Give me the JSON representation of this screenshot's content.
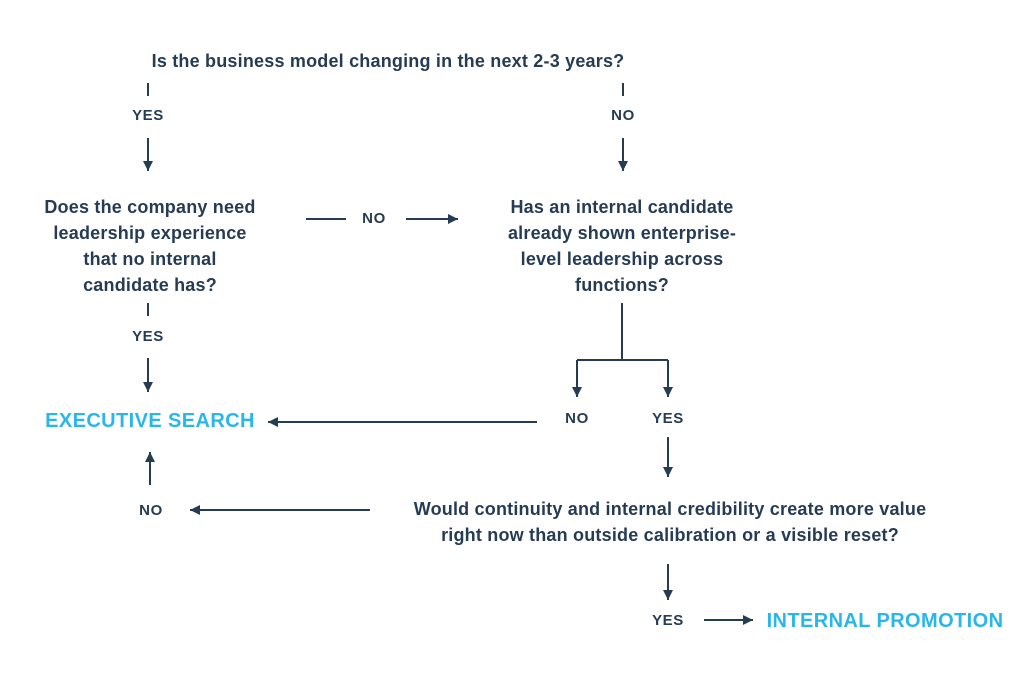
{
  "colors": {
    "ink": "#263c54",
    "accent": "#29b7ea",
    "background": "#ffffff"
  },
  "flowchart": {
    "q1": {
      "lines": [
        "Is the business model changing in the next 2-3 years?"
      ]
    },
    "q1_yes_label": "YES",
    "q1_no_label": "NO",
    "q2": {
      "lines": [
        "Does the company need",
        "leadership experience",
        "that no internal",
        "candidate has?"
      ]
    },
    "q2_no_label": "NO",
    "q2_yes_label": "YES",
    "q3": {
      "lines": [
        "Has an internal candidate",
        "already shown enterprise-",
        "level leadership across",
        "functions?"
      ]
    },
    "q3_no_label": "NO",
    "q3_yes_label": "YES",
    "q4": {
      "lines": [
        "Would continuity and internal credibility create more value",
        "right now than outside calibration or a visible reset?"
      ]
    },
    "q4_no_label": "NO",
    "q4_yes_label": "YES",
    "outcome_executive_search": "EXECUTIVE SEARCH",
    "outcome_internal_promotion": "INTERNAL PROMOTION"
  }
}
